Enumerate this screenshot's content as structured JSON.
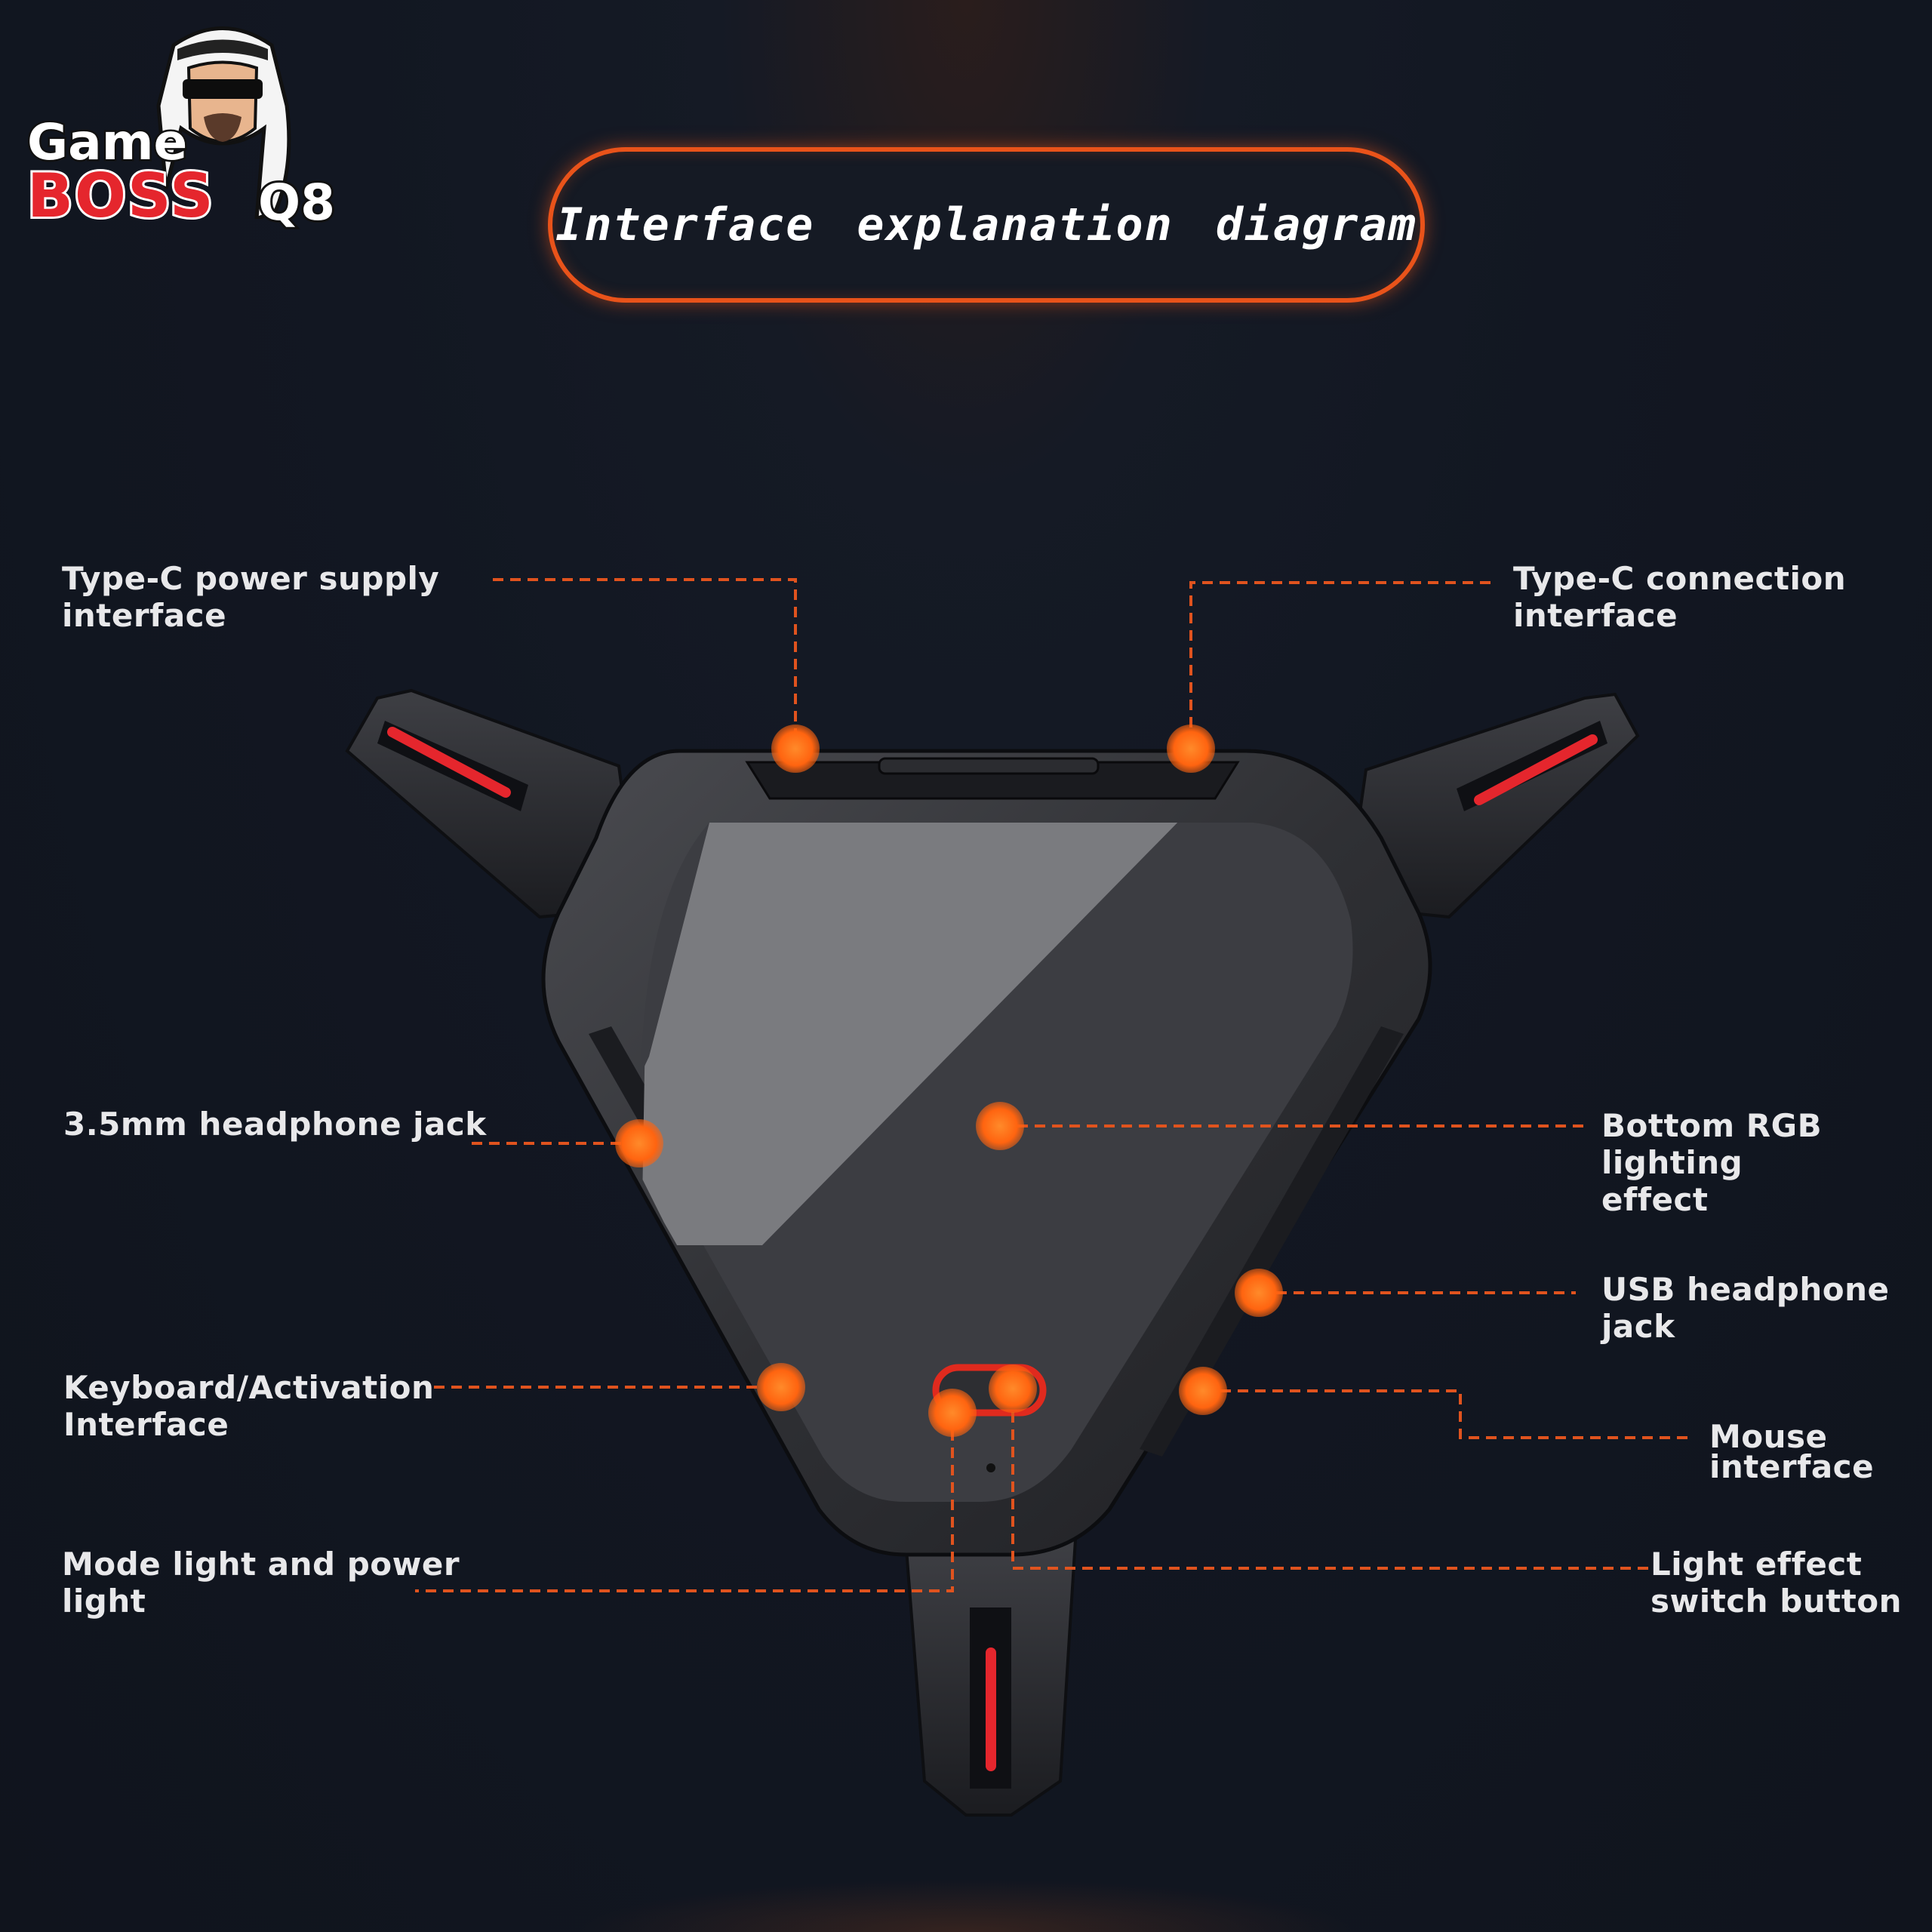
{
  "title": "Interface explanation diagram",
  "logo": {
    "line1": "Game",
    "line2": "BOSS",
    "line3": "Q8",
    "avatar_icon": "cartoon-man-with-sunglasses-and-headdress-icon",
    "brand_red": "#e5262d"
  },
  "colors": {
    "accent": "#e9531a",
    "dot": "#ff6a10",
    "line": "#e0531e",
    "label": "#e8e8ea",
    "background": "#121722",
    "red_strip": "#e5262d"
  },
  "callouts": [
    {
      "id": "type-c-power",
      "label": "Type-C power supply\ninterface"
    },
    {
      "id": "type-c-connection",
      "label": "Type-C connection\ninterface"
    },
    {
      "id": "headphone-35",
      "label": "3.5mm headphone jack"
    },
    {
      "id": "bottom-rgb",
      "label": "Bottom RGB lighting\neffect"
    },
    {
      "id": "usb-headphone",
      "label": "USB headphone jack"
    },
    {
      "id": "keyboard",
      "label": "Keyboard/Activation\nInterface"
    },
    {
      "id": "mouse",
      "label": "Mouse\ninterface"
    },
    {
      "id": "mode-light",
      "label": "Mode light and power\nlight"
    },
    {
      "id": "light-switch",
      "label": "Light effect\nswitch button"
    }
  ]
}
